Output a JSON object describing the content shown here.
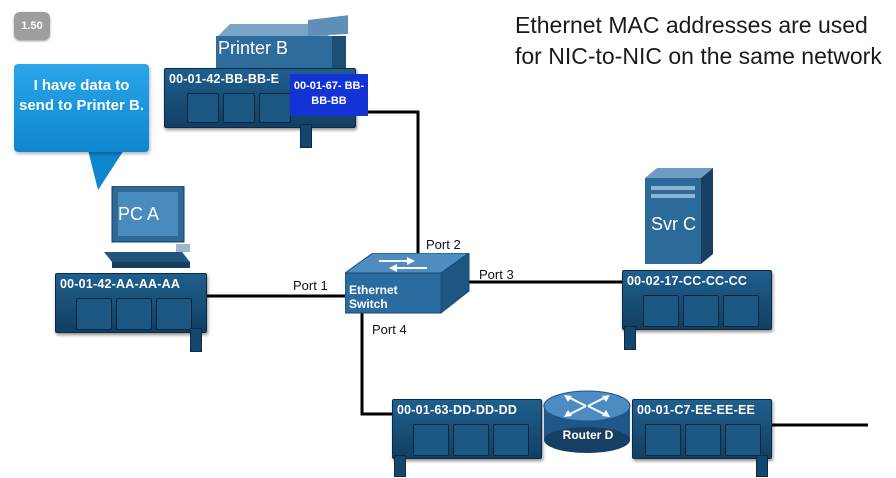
{
  "speed_badge": "1.50",
  "headline": "Ethernet MAC addresses are used for NIC-to-NIC on the same network",
  "bubble_text": "I have data to send to Printer B.",
  "printer": {
    "name": "Printer B",
    "mac": "00-01-42-BB-BB-E",
    "highlight_mac": "00-01-67- BB-BB-BB"
  },
  "pc": {
    "name": "PC A",
    "mac": "00-01-42-AA-AA-AA"
  },
  "server": {
    "name": "Svr C",
    "mac": "00-02-17-CC-CC-CC"
  },
  "switch": {
    "name": "Ethernet Switch"
  },
  "router": {
    "name": "Router D",
    "mac_left": "00-01-63-DD-DD-DD",
    "mac_right": "00-01-C7-EE-EE-EE"
  },
  "ports": {
    "p1": "Port 1",
    "p2": "Port 2",
    "p3": "Port 3",
    "p4": "Port 4"
  },
  "colors": {
    "nic": "#174e79",
    "highlight": "#1433d6",
    "bubble": "#1b9be0",
    "cable": "#000000"
  }
}
